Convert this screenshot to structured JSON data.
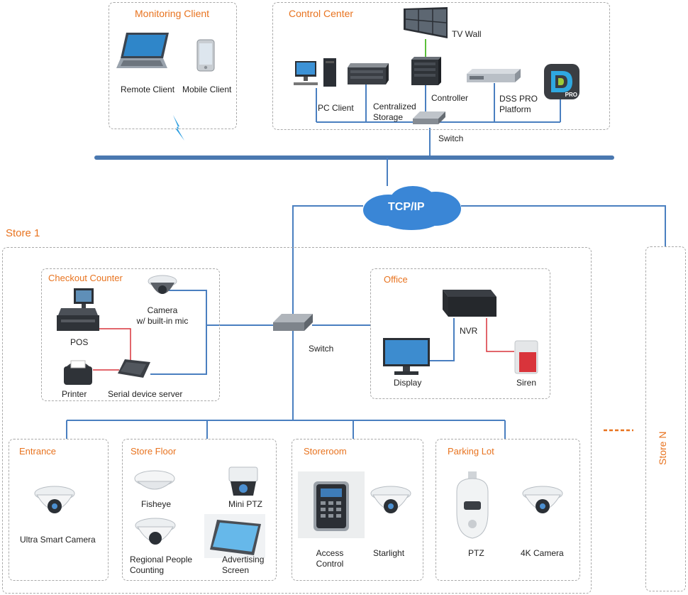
{
  "monitoring_client": {
    "title": "Monitoring Client",
    "remote_client": "Remote Client",
    "mobile_client": "Mobile Client"
  },
  "control_center": {
    "title": "Control Center",
    "tv_wall": "TV Wall",
    "pc_client": "PC Client",
    "storage_line1": "Centralized",
    "storage_line2": "Storage",
    "controller": "Controller",
    "dss_line1": "DSS PRO",
    "dss_line2": "Platform",
    "switch": "Switch",
    "dss_badge": "PRO"
  },
  "network": {
    "cloud_label": "TCP/IP"
  },
  "store1": {
    "title": "Store 1",
    "switch": "Switch",
    "checkout": {
      "title": "Checkout Counter",
      "pos": "POS",
      "camera_line1": "Camera",
      "camera_line2": "w/ built-in mic",
      "printer": "Printer",
      "serial": "Serial device server"
    },
    "office": {
      "title": "Office",
      "nvr": "NVR",
      "display": "Display",
      "siren": "Siren"
    },
    "entrance": {
      "title": "Entrance",
      "camera": "Ultra Smart Camera"
    },
    "store_floor": {
      "title": "Store Floor",
      "fisheye": "Fisheye",
      "mini_ptz": "Mini PTZ",
      "rpc_line1": "Regional People",
      "rpc_line2": "Counting",
      "adv_line1": "Advertising",
      "adv_line2": "Screen"
    },
    "storeroom": {
      "title": "Storeroom",
      "access_line1": "Access",
      "access_line2": "Control",
      "starlight": "Starlight"
    },
    "parking": {
      "title": "Parking Lot",
      "ptz": "PTZ",
      "camera_4k": "4K Camera"
    }
  },
  "store_n": {
    "title": "Store N"
  },
  "colors": {
    "accent": "#e8731f",
    "line": "#4a7fc0",
    "bus": "#4a78b0",
    "alarm": "#d9343b"
  }
}
